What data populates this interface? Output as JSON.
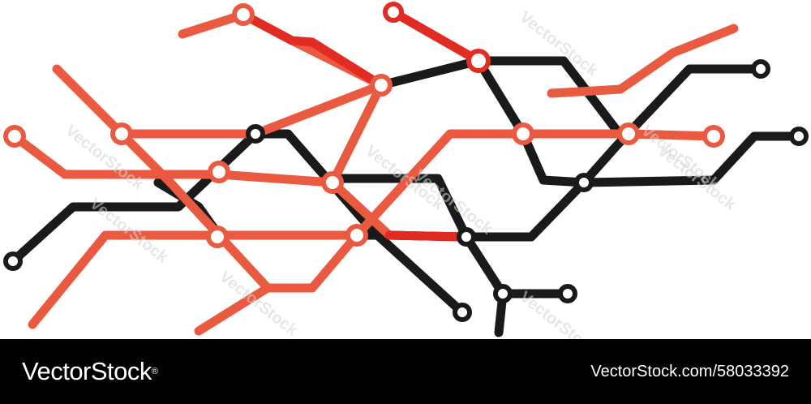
{
  "colors": {
    "red": "#ea5a40",
    "dark_red": "#e12b23",
    "black": "#1a1a1a",
    "station_fill": "#ffffff",
    "footer_bg": "#000000",
    "footer_text": "#ffffff",
    "watermark": "#d4d4d4"
  },
  "watermark_text": "VectorStock",
  "footer": {
    "brand": "VectorStock",
    "registered_mark": "®",
    "credit": "VectorStock.com/58033392"
  }
}
